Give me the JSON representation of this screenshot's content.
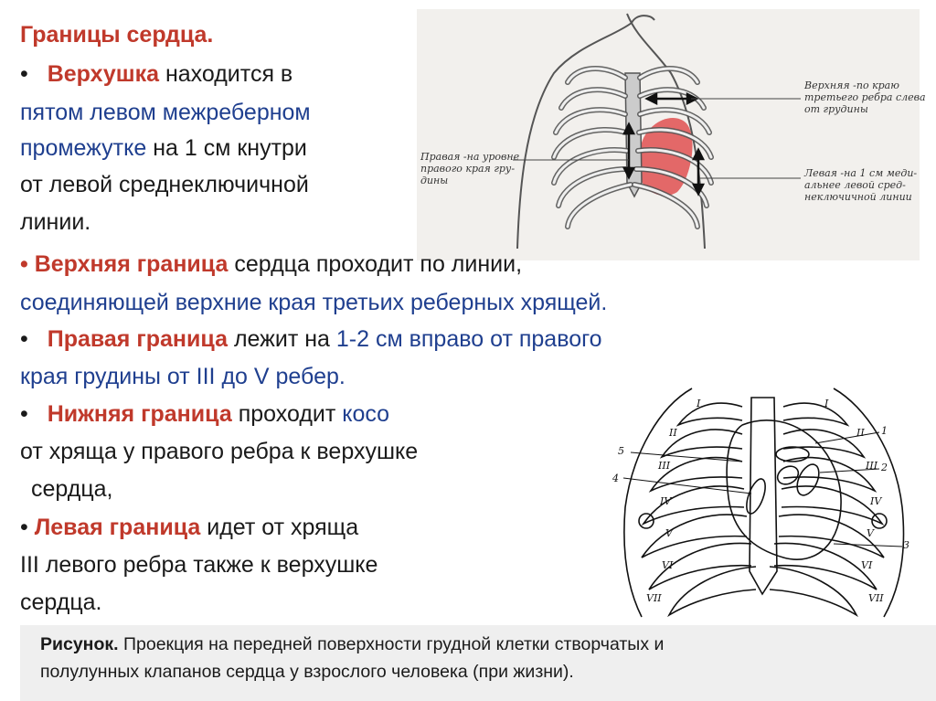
{
  "title": "Границы сердца.",
  "apex": {
    "bullet": "•",
    "term": "Верхушка",
    "t1": "находится в",
    "t2": "пятом левом межреберном",
    "t3a": "промежутке",
    "t3b": "на 1 см кнутри",
    "t4": "от левой среднеключичной",
    "t5": "линии."
  },
  "upper": {
    "bullet": "•",
    "term": "Верхняя граница",
    "t1": "сердца проходит по линии,",
    "t2": "соединяющей верхние края третьих реберных хрящей."
  },
  "right": {
    "bullet": "•",
    "term": "Правая граница",
    "t1": "лежит на",
    "t1b": "1-2 см вправо от правого",
    "t2": "края грудины от III до V ребер."
  },
  "lower": {
    "bullet": "•",
    "term": "Нижняя граница",
    "t1": "проходит",
    "t1b": "косо",
    "t2": "от хряща у правого ребра к верхушке",
    "t3": "сердца,"
  },
  "left": {
    "bullet": "•",
    "term": "Левая граница",
    "t1": "идет от хряща",
    "t2": "III левого ребра также к верхушке",
    "t3": "сердца."
  },
  "figure1": {
    "upper_note": [
      "Верхняя -по краю",
      "третьего ребра слева",
      "от грудины"
    ],
    "right_note": [
      "Правая -на уровне",
      "правого края гру-",
      "дины"
    ],
    "left_note": [
      "Левая -на 1 см меди-",
      "альнее левой сред-",
      "неключичной линии"
    ]
  },
  "figure2": {
    "labels": [
      "1",
      "2",
      "3",
      "4",
      "5"
    ],
    "ribs_left": [
      "I",
      "II",
      "III",
      "IV",
      "V",
      "VI",
      "VII"
    ],
    "ribs_right": [
      "I",
      "II",
      "III",
      "IV",
      "V",
      "VI",
      "VII"
    ]
  },
  "caption": {
    "label": "Рисунок.",
    "line1": "Проекция на передней поверхности грудной клетки створчатых и",
    "line2": "полулунных клапанов сердца у взрослого человека (при жизни)."
  },
  "colors": {
    "accent_red": "#c0392b",
    "text_blue": "#1f3f8f",
    "heart_fill": "#e05050"
  }
}
